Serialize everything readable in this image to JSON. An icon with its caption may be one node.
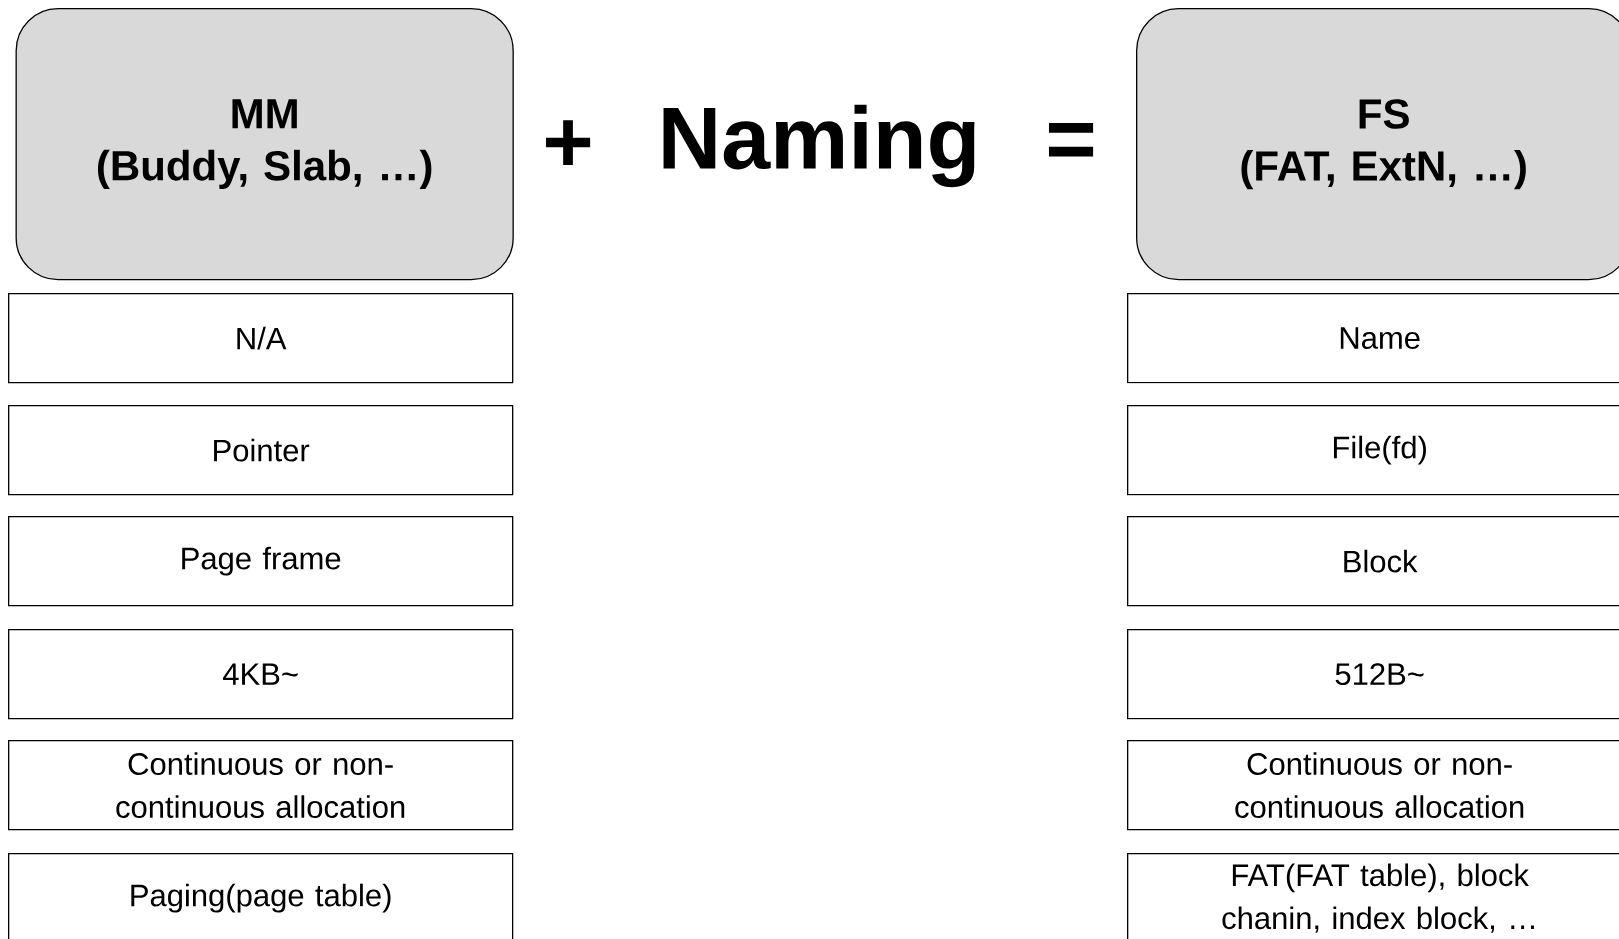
{
  "diagram": {
    "nodes": [
      {
        "text": [
          "MM",
          "(Buddy, Slab, …)"
        ]
      },
      {
        "text": [
          "N/A"
        ]
      },
      {
        "text": [
          "Pointer"
        ]
      },
      {
        "text": [
          "Page frame"
        ]
      },
      {
        "text": [
          "4KB~"
        ]
      },
      {
        "text": [
          "Continuous or non-continuous allocation"
        ]
      },
      {
        "text": [
          "Paging(page table)"
        ]
      },
      {
        "text": [
          "FS",
          "(FAT, ExtN, …)"
        ]
      },
      {
        "text": [
          "Name"
        ]
      },
      {
        "text": [
          "File(fd)"
        ]
      },
      {
        "text": [
          "Block"
        ]
      },
      {
        "text": [
          "512B~"
        ]
      },
      {
        "text": [
          "Continuous or non-continuous allocation"
        ]
      },
      {
        "text": [
          "FAT(FAT table), block chanin, index block, …"
        ]
      }
    ],
    "labels": [
      "+",
      "Naming",
      "="
    ]
  }
}
